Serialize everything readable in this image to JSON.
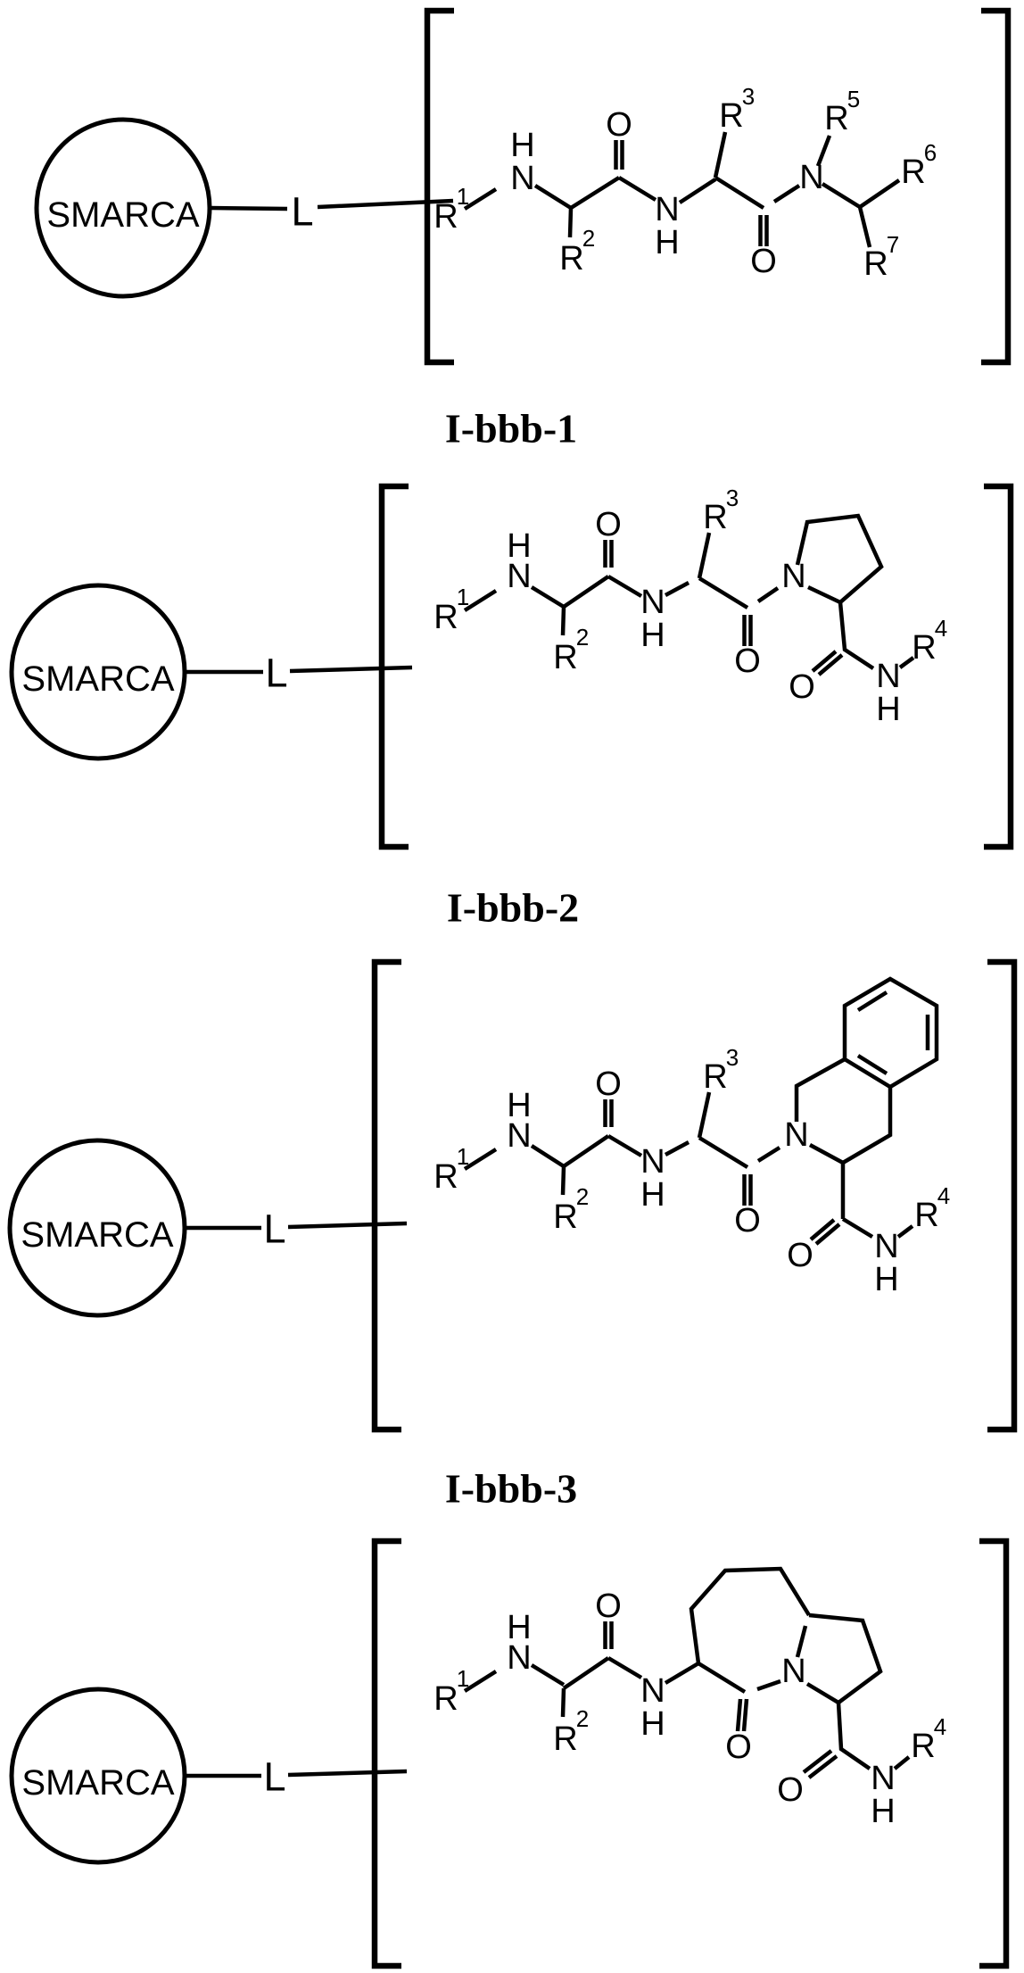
{
  "figure": {
    "node_label": "SMARCA",
    "linker_label": "L"
  },
  "atom_labels": {
    "N": "N",
    "H": "H",
    "O": "O",
    "R": "R"
  },
  "superscripts": {
    "1": "1",
    "2": "2",
    "3": "3",
    "4": "4",
    "5": "5",
    "6": "6",
    "7": "7"
  },
  "sections": [
    {
      "caption": "I-bbb-1",
      "scaffold": "acyclic dipeptide di-amide chain",
      "substituents": [
        "R1",
        "R2",
        "R3",
        "R5",
        "R6",
        "R7"
      ]
    },
    {
      "caption": "I-bbb-2",
      "scaffold": "pyrrolidine (proline) carboxamide",
      "substituents": [
        "R1",
        "R2",
        "R3",
        "R4"
      ]
    },
    {
      "caption": "I-bbb-3",
      "scaffold": "tetrahydroisoquinoline carboxamide",
      "substituents": [
        "R1",
        "R2",
        "R3",
        "R4"
      ]
    },
    {
      "scaffold": "fused azepanone-pyrrolidine carboxamide",
      "substituents": [
        "R1",
        "R2",
        "R4"
      ]
    }
  ]
}
